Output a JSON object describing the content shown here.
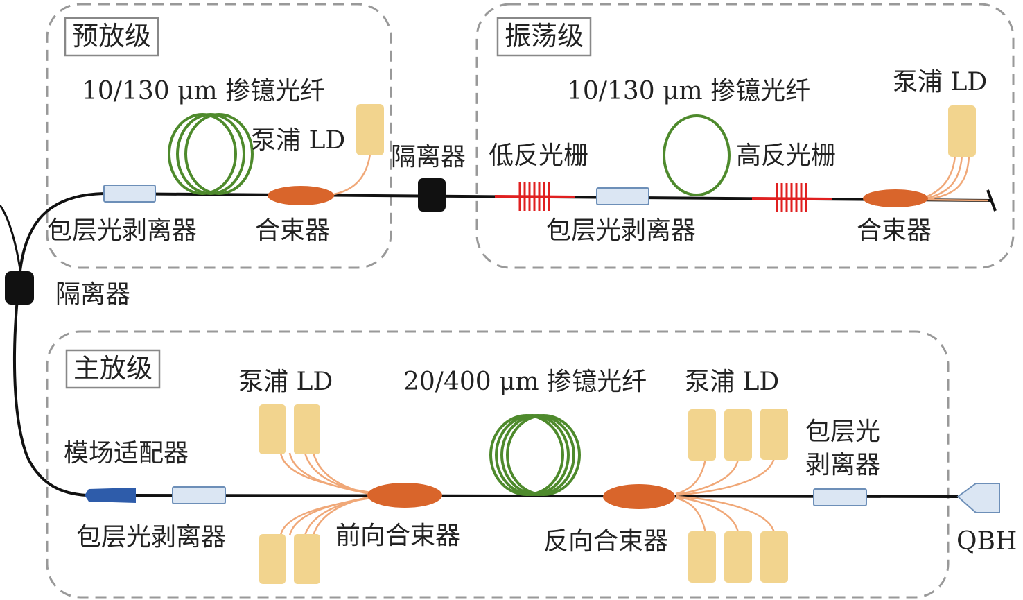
{
  "stages": {
    "preamp": {
      "title": "预放级"
    },
    "oscillator": {
      "title": "振荡级"
    },
    "main_amp": {
      "title": "主放级"
    }
  },
  "labels": {
    "pre_fiber": "10/130 μm 掺镱光纤",
    "pre_pump": "泵浦 LD",
    "pre_stripper": "包层光剥离器",
    "pre_combiner": "合束器",
    "isolator_mid": "隔离器",
    "isolator_left": "隔离器",
    "osc_fiber": "10/130 μm 掺镱光纤",
    "osc_pump": "泵浦 LD",
    "low_grating": "低反光栅",
    "high_grating": "高反光栅",
    "osc_stripper": "包层光剥离器",
    "osc_combiner": "合束器",
    "main_pump_fwd": "泵浦 LD",
    "main_fiber": "20/400 μm 掺镱光纤",
    "main_pump_bwd": "泵浦 LD",
    "mode_adapter": "模场适配器",
    "main_stripper_in": "包层光剥离器",
    "fwd_combiner": "前向合束器",
    "bwd_combiner": "反向合束器",
    "main_stripper_out_1": "包层光",
    "main_stripper_out_2": "剥离器",
    "qbh": "QBH"
  },
  "colors": {
    "fiber": "#111111",
    "frame": "#999999",
    "pump": "#f2d48e",
    "combiner": "#d9652b",
    "stripper_fill": "#dbe6f3",
    "stripper_stroke": "#6d8fb8",
    "grating": "#e02020",
    "coil": "#4e8a2c",
    "pigtail": "#f0a878",
    "mode_adapter": "#2e5caa"
  }
}
